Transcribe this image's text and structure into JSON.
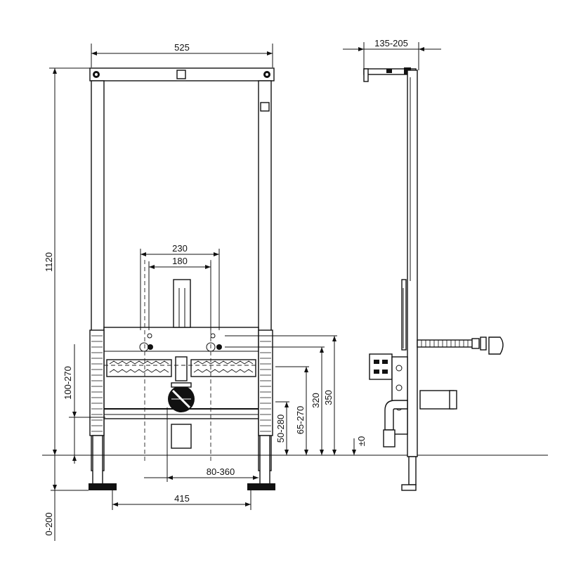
{
  "dimensions": {
    "frame_width": "525",
    "frame_height": "1120",
    "depth": "135-205",
    "outlet_spacing_outer": "230",
    "outlet_spacing_inner": "180",
    "side_height_range": "100-270",
    "outlet_height_350": "350",
    "outlet_height_320": "320",
    "outlet_height_65_270": "65-270",
    "outlet_height_50_280": "50-280",
    "floor_level": "±0",
    "drain_offset": "80-360",
    "feet_spacing": "415",
    "foot_adjust": "0-200"
  }
}
